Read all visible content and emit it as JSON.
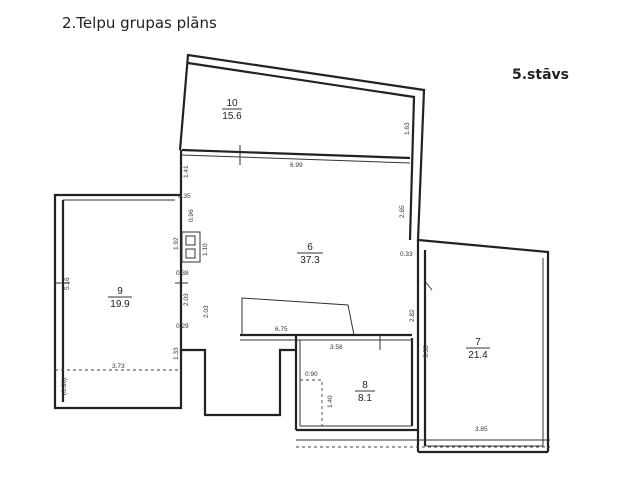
{
  "header": {
    "title": "2.Telpu grupas plāns",
    "floor_label": "5.stāvs"
  },
  "rooms": [
    {
      "number": "10",
      "area": "15.6"
    },
    {
      "number": "6",
      "area": "37.3"
    },
    {
      "number": "9",
      "area": "19.9"
    },
    {
      "number": "7",
      "area": "21.4"
    },
    {
      "number": "8",
      "area": "8.1"
    }
  ],
  "dimensions": {
    "d_1_63": "1.63",
    "d_6_99": "6.99",
    "d_1_41": "1.41",
    "d_0_35": "0.35",
    "d_0_96": "0.96",
    "d_1_92": "1.92",
    "d_1_10": "1.10",
    "d_2_65": "2.65",
    "d_0_33": "0.33",
    "d_0_38": "0.38",
    "d_5_16": "5.16",
    "d_2_03a": "2.03",
    "d_2_03b": "2.03",
    "d_0_29": "0.29",
    "d_6_75": "6.75",
    "d_2_82": "2.82",
    "d_3_58": "3.58",
    "d_5_55": "5.55",
    "d_1_33": "1.33",
    "d_3_73": "3.73",
    "d_0_06": "(0.06)",
    "d_0_90": "0.90",
    "d_1_40": "1.40",
    "d_3_85": "3.85"
  }
}
